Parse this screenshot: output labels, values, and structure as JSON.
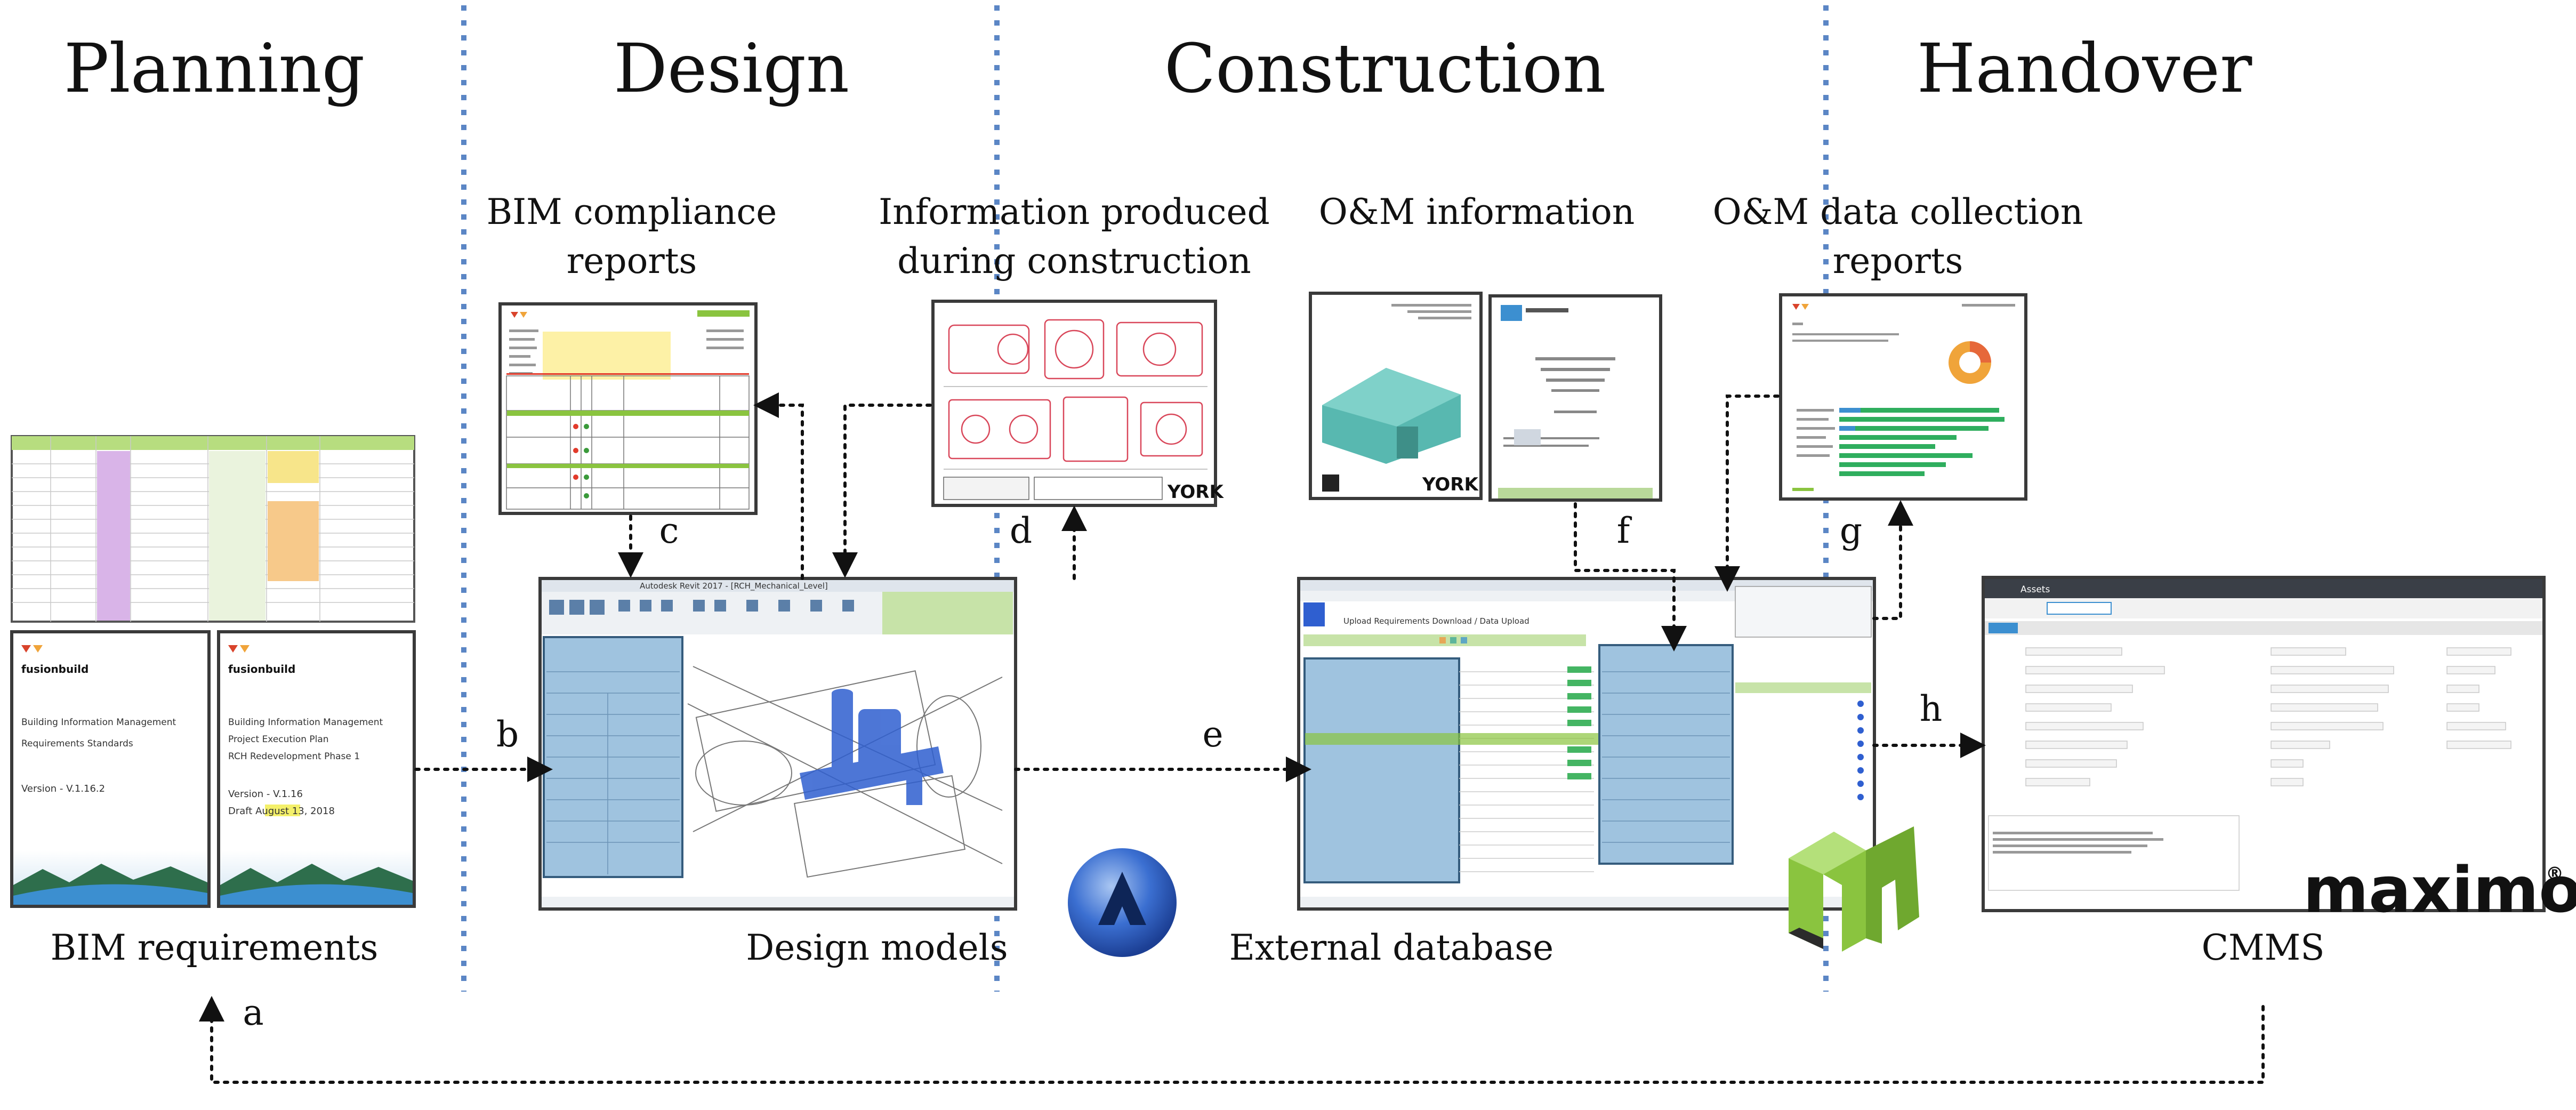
{
  "phases": [
    "Planning",
    "Design",
    "Construction",
    "Handover"
  ],
  "labels": {
    "bim_compliance": [
      "BIM compliance",
      "reports"
    ],
    "info_construction": [
      "Information produced",
      "during construction"
    ],
    "om_information": "O&M information",
    "om_collection": [
      "O&M data collection",
      "reports"
    ],
    "bim_requirements": "BIM requirements",
    "design_models": "Design models",
    "external_database": "External database",
    "cmms": "CMMS"
  },
  "flow_letters": [
    "a",
    "b",
    "c",
    "d",
    "e",
    "f",
    "g",
    "h"
  ],
  "documents": {
    "requirements_standards": {
      "logo": "fusionbuild",
      "title": "Building Information Management",
      "subtitle": "Requirements Standards",
      "version": "Version - V.1.16.2"
    },
    "execution_plan": {
      "logo": "fusionbuild",
      "title": "Building Information Management",
      "subtitle": "Project Execution Plan",
      "project": "RCH Redevelopment Phase 1",
      "version": "Version - V.1.16",
      "draft": "Draft August 13, 2018"
    }
  },
  "brands": {
    "york": "YORK",
    "maximo": "maximo",
    "maximo_mark": "®"
  },
  "screens": {
    "revit_title": "Autodesk Revit 2017 - [RCH_Mechanical_Level]",
    "fm_title": "Upload Requirements Download / Data Upload",
    "maximo_title": "Assets"
  },
  "colors": {
    "separator": "#5b86c5",
    "revit_panel": "#9fc3df",
    "model_blue": "#2f5fd0",
    "requirements_green": "#b7dd7f",
    "accent_orange": "#f0a43a",
    "fm_logo_green": "#8ac43f",
    "fm_logo_dark": "#2b2b2b"
  }
}
